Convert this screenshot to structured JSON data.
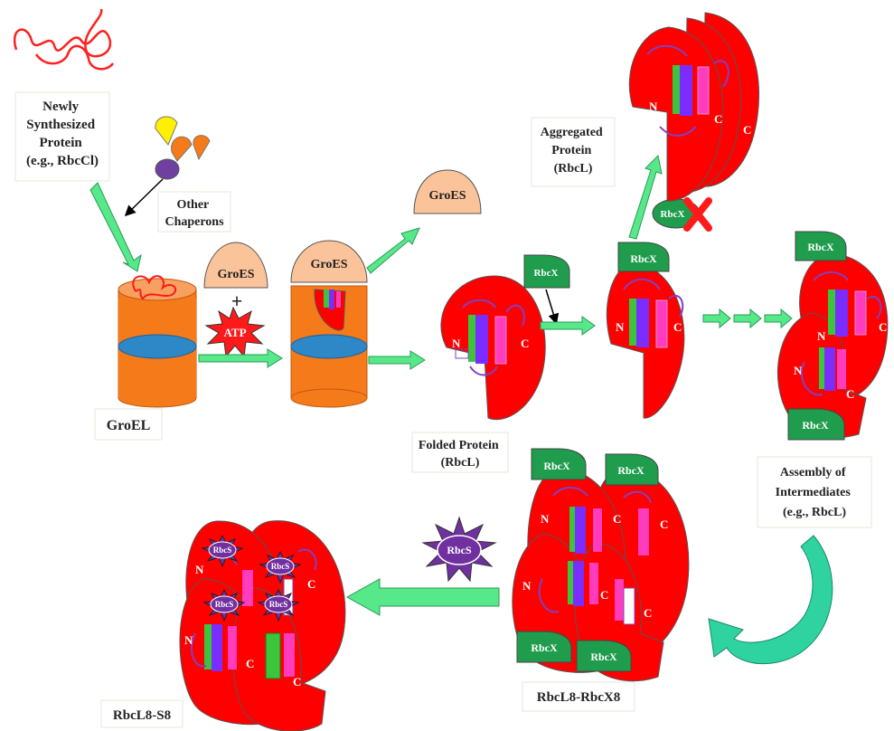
{
  "colors": {
    "protein_red": "#ff0000",
    "groel_orange": "#f47a1a",
    "groel_band": "#2e87c7",
    "groes_fill": "#fbc39a",
    "rbcx_green": "#1f9c4c",
    "rbcs_purple": "#7030a0",
    "arrow_green": "#57e88a",
    "helix_green": "#3cc43c",
    "helix_purple": "#7b2cff",
    "helix_pink": "#ff3cbe"
  },
  "labels": {
    "newly_synthesized": [
      "Newly",
      "Synthesized",
      "Protein",
      "(e.g., RbcCl)"
    ],
    "other_chaperons": [
      "Other",
      "Chaperons"
    ],
    "groel": "GroEL",
    "groes_a": "GroES",
    "plus": "+",
    "atp": "ATP",
    "groes_b": "GroES",
    "groes_c": "GroES",
    "aggregated": [
      "Aggregated",
      "Protein",
      "(RbcL)"
    ],
    "rbcx_small": "RbcX",
    "folded": [
      "Folded Protein",
      "(RbcL)"
    ],
    "rbcx_free": "RbcX",
    "rbcx_bound": "RbcX",
    "n": "N",
    "c": "C",
    "rbcx_top_right": "RbcX",
    "rbcx_bottom_right": "RbcX",
    "assembly": [
      "Assembly of",
      "Intermediates",
      "(e.g., RbcL)"
    ],
    "rbcx_complex_a": "RbcX",
    "rbcx_complex_b": "RbcX",
    "rbcx_complex_c": "RbcX",
    "rbcx_complex_d": "RbcX",
    "complex_label": "RbcL8-RbcX8",
    "rbcs": "RbcS",
    "final_label": "RbcL8-S8"
  }
}
